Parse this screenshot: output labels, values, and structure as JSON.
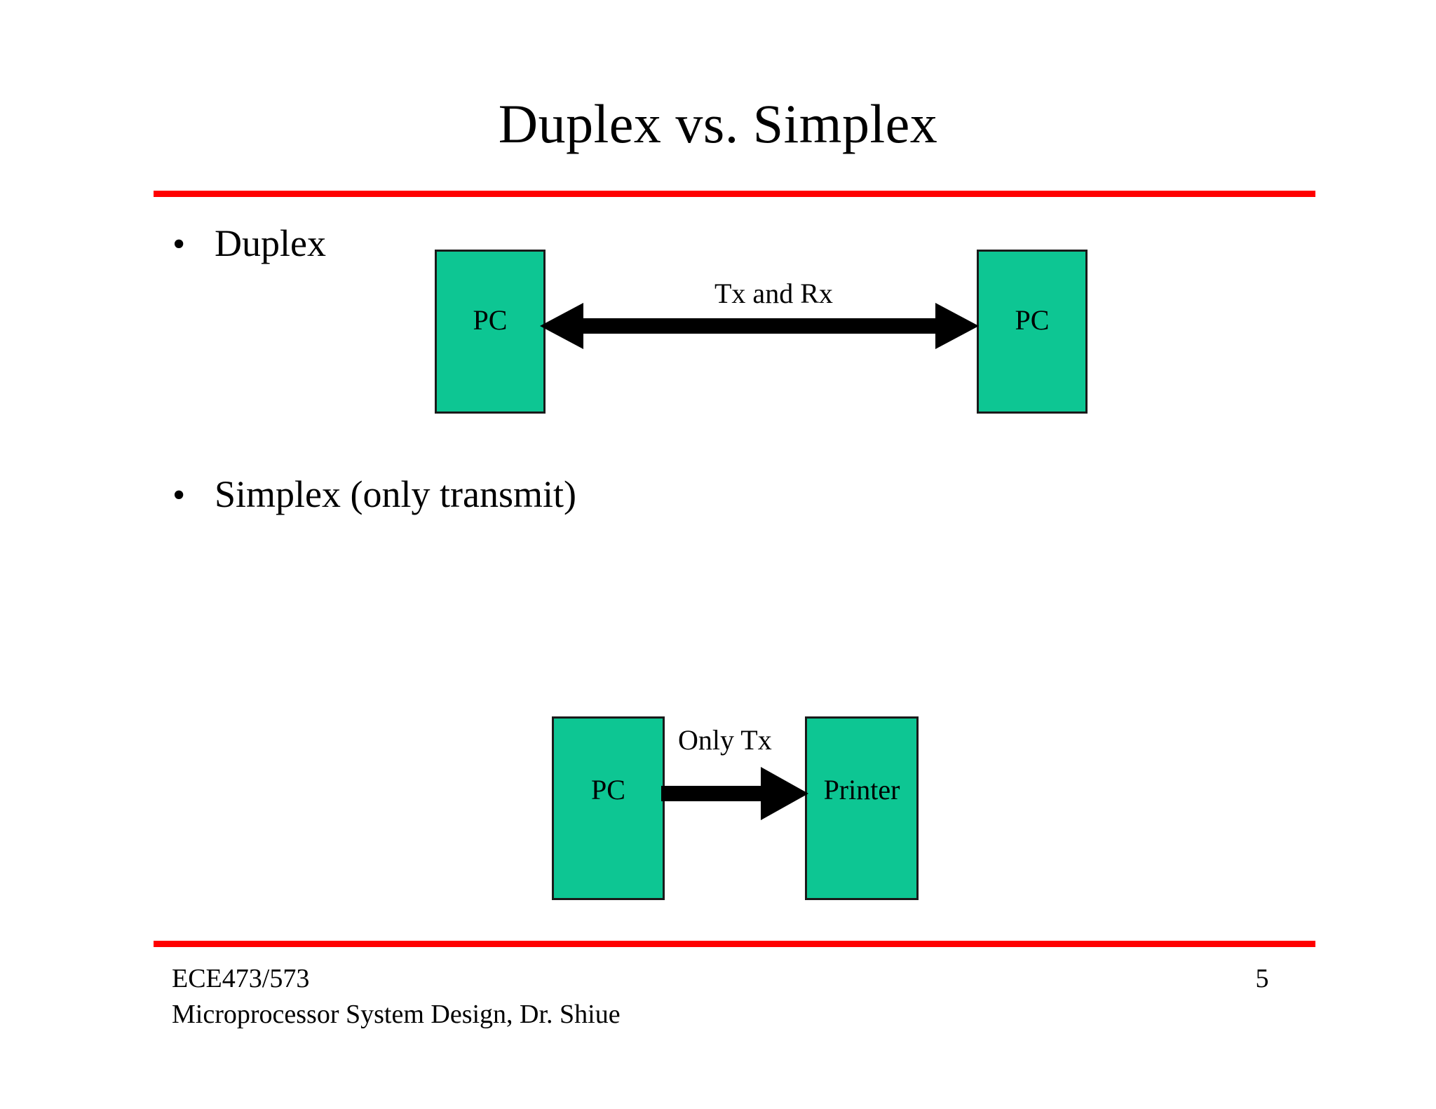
{
  "slide": {
    "title": "Duplex vs. Simplex",
    "page_number": "5",
    "accent_color": "#FF0000",
    "node_fill_color": "#0DC693",
    "node_border_color": "#1A1A1A",
    "arrow_color": "#000000"
  },
  "bullets": [
    {
      "marker": "•",
      "text": "Duplex"
    },
    {
      "marker": "•",
      "text": "Simplex (only transmit)"
    }
  ],
  "diagrams": [
    {
      "name": "duplex",
      "nodes": [
        {
          "label": "PC"
        },
        {
          "label": "PC"
        }
      ],
      "connection": {
        "label": "Tx and Rx",
        "direction": "bidirectional"
      }
    },
    {
      "name": "simplex",
      "nodes": [
        {
          "label": "PC"
        },
        {
          "label": "Printer"
        }
      ],
      "connection": {
        "label": "Only Tx",
        "direction": "left-to-right"
      }
    }
  ],
  "footer": {
    "course": "ECE473/573",
    "subtitle": "Microprocessor System Design, Dr. Shiue"
  }
}
